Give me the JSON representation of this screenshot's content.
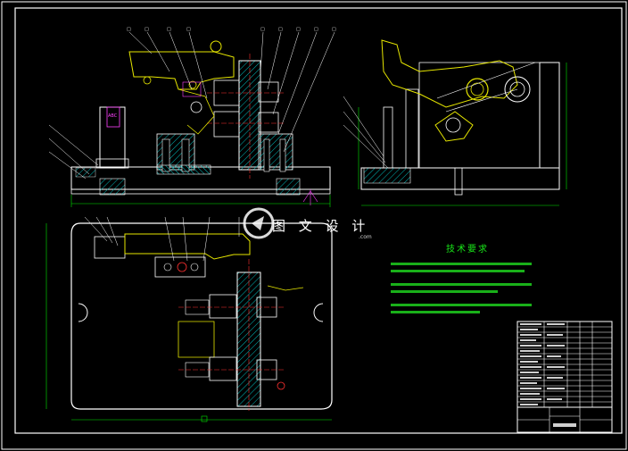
{
  "watermark": {
    "text": "图 文 设 计",
    "url": ".com"
  },
  "tech_requirements": {
    "title": "技术要求"
  },
  "colors": {
    "background": "#000000",
    "frame": "#ffffff",
    "outline": "#ffffff",
    "dimension": "#00e600",
    "hatch": "#00b8b8",
    "part_yellow": "#e6e600",
    "center_line": "#ff3030",
    "bolt": "#ffffff",
    "magenta": "#ff40ff"
  }
}
